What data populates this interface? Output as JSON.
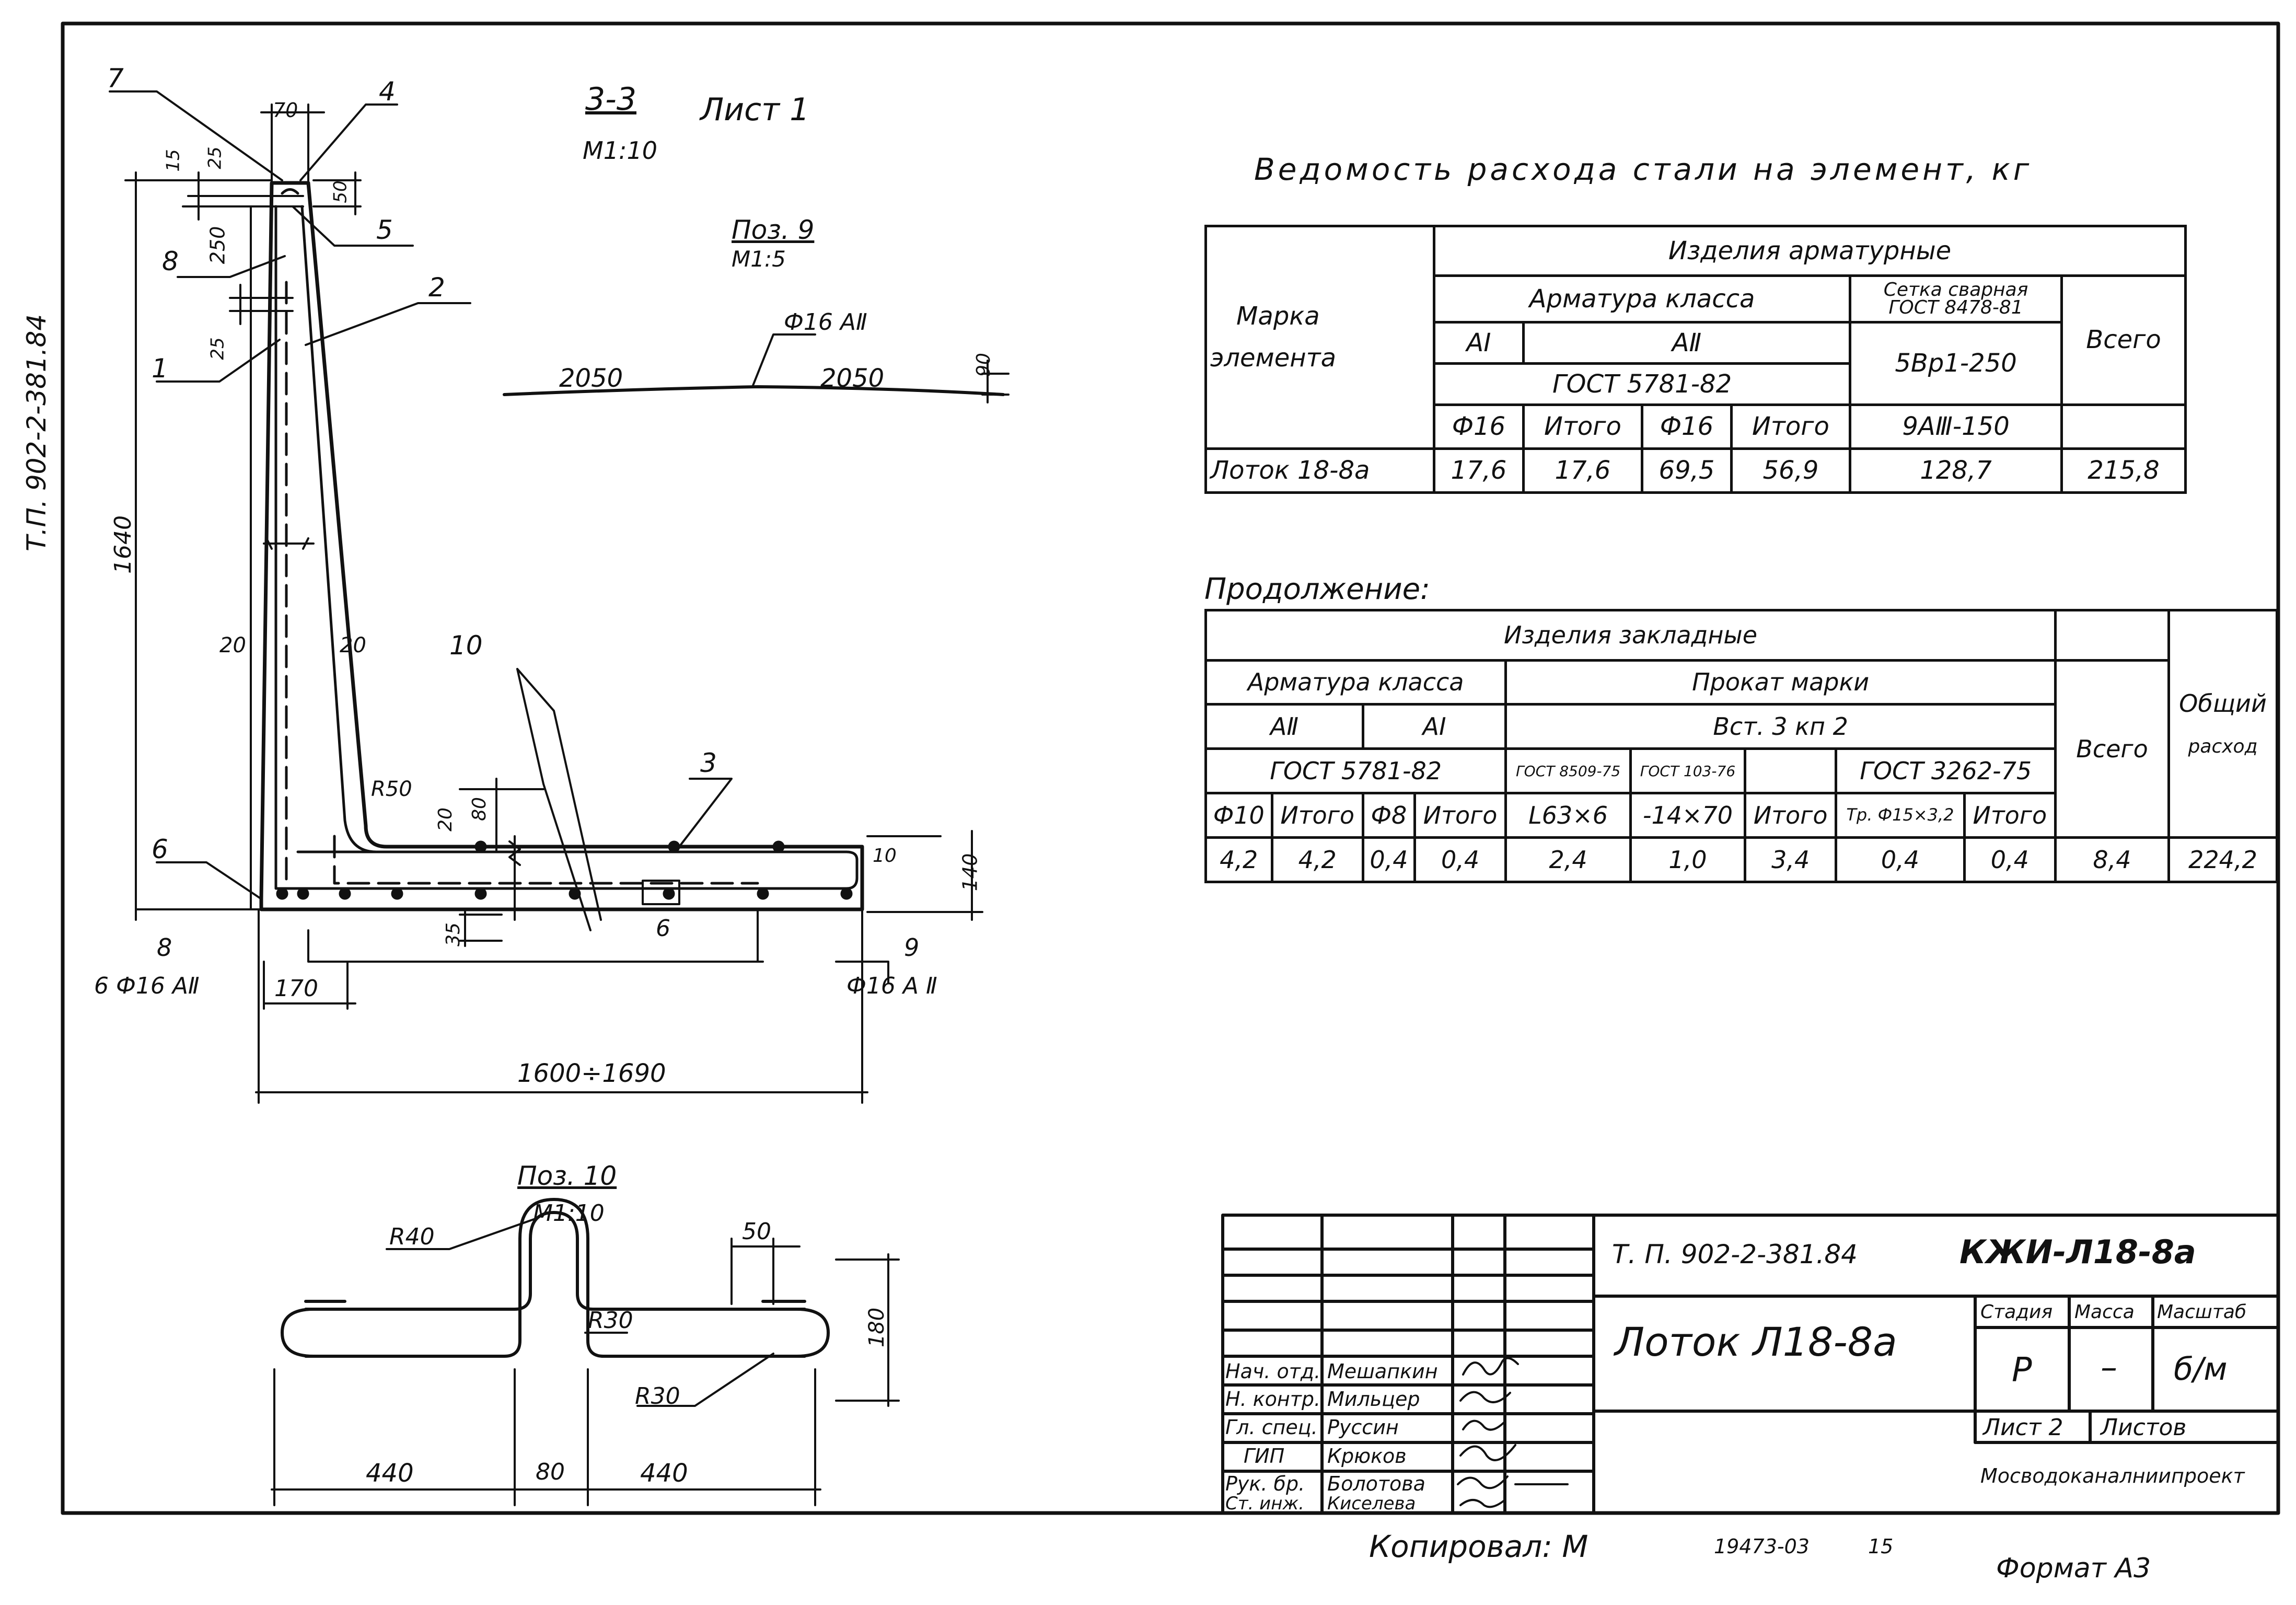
{
  "side_label": "Т.П. 902-2-381.84",
  "section": {
    "title": "3-3",
    "scale": "М1:10",
    "sheet": "Лист 1",
    "dims": {
      "top_width": "70",
      "d15": "15",
      "d25_top": "25",
      "d50": "50",
      "d250": "250",
      "d25_mid": "25",
      "height": "1640",
      "left_cover": "20",
      "right_cover": "20",
      "radius": "R50",
      "d20": "20",
      "d80": "80",
      "d10": "10",
      "d140": "140",
      "d35": "35",
      "d170": "170",
      "span": "1600÷1690"
    },
    "callouts": {
      "c7": "7",
      "c4": "4",
      "c5": "5",
      "c8": "8",
      "c2": "2",
      "c1": "1",
      "c10": "10",
      "c3": "3",
      "c6": "6",
      "c6b": "6",
      "c8b": "8",
      "c9": "9"
    },
    "bar_left": "6 Ф16 АⅡ",
    "bar_right": "Ф16 А Ⅱ"
  },
  "pos9": {
    "title": "Поз. 9",
    "scale": "М1:5",
    "bar": "Ф16 АⅡ",
    "left": "2050",
    "right": "2050",
    "rise": "90"
  },
  "pos10": {
    "title": "Поз. 10",
    "scale": "М1:10",
    "r40": "R40",
    "r30a": "R30",
    "r30b": "R30",
    "d50": "50",
    "d180": "180",
    "d440a": "440",
    "d80": "80",
    "d440b": "440"
  },
  "steel_table": {
    "title": "Ведомость расхода стали на элемент, кг",
    "mark_header": "Марка",
    "mark_header2": "элемента",
    "group": "Изделия арматурные",
    "arm_class": "Арматура класса",
    "mesh": "Сетка сварная",
    "mesh_gost": "ГОСТ 8478-81",
    "cls_a1": "АⅠ",
    "cls_a2": "АⅡ",
    "gost": "ГОСТ 5781-82",
    "mesh_spec": "5Вр1-250",
    "total_header": "Всего",
    "sub": [
      "Ф16",
      "Итого",
      "Ф16",
      "Итого",
      "9АⅢ-150"
    ],
    "row": {
      "mark": "Лоток 18-8а",
      "values": [
        "17,6",
        "17,6",
        "69,5",
        "56,9",
        "128,7",
        "215,8"
      ]
    }
  },
  "cont_table": {
    "title": "Продолжение:",
    "group": "Изделия закладные",
    "arm_class": "Арматура класса",
    "rolled": "Прокат марки",
    "cls_a2": "АⅡ",
    "cls_a1": "АⅠ",
    "steel": "Вст. 3 кп 2",
    "gost_a": "ГОСТ 5781-82",
    "gost_b": "ГОСТ 8509-75",
    "gost_c": "ГОСТ 103-76",
    "gost_d": "ГОСТ 3262-75",
    "total_header": "Всего",
    "general_header": "Общий",
    "general_header2": "расход",
    "sub": [
      "Ф10",
      "Итого",
      "Ф8",
      "Итого",
      "L63×6",
      "-14×70",
      "Итого",
      "Тр. Ф15×3,2",
      "Итого"
    ],
    "values": [
      "4,2",
      "4,2",
      "0,4",
      "0,4",
      "2,4",
      "1,0",
      "3,4",
      "0,4",
      "0,4",
      "8,4",
      "224,2"
    ]
  },
  "stamp": {
    "doc_code": "Т. П. 902-2-381.84",
    "drawing_code": "КЖИ-Л18-8а",
    "name": "Лоток Л18-8а",
    "stage_h": "Стадия",
    "mass_h": "Масса",
    "scale_h": "Масштаб",
    "stage": "Р",
    "mass": "–",
    "scale": "б/м",
    "sheet": "Лист 2",
    "sheets": "Листов",
    "org": "Мосводоканалниипроект",
    "people": [
      {
        "role": "Нач. отд.",
        "name": "Мешапкин"
      },
      {
        "role": "Н. контр.",
        "name": "Мильцер"
      },
      {
        "role": "Гл. спец.",
        "name": "Руссин"
      },
      {
        "role": "ГИП",
        "name": "Крюков"
      },
      {
        "role": "Рук. бр.",
        "name": "Болотова"
      },
      {
        "role": "Ст. инж.",
        "name": "Киселева"
      }
    ]
  },
  "footer": {
    "copied": "Копировал: М",
    "number": "19473-03",
    "page": "15",
    "format": "Формат А3"
  }
}
